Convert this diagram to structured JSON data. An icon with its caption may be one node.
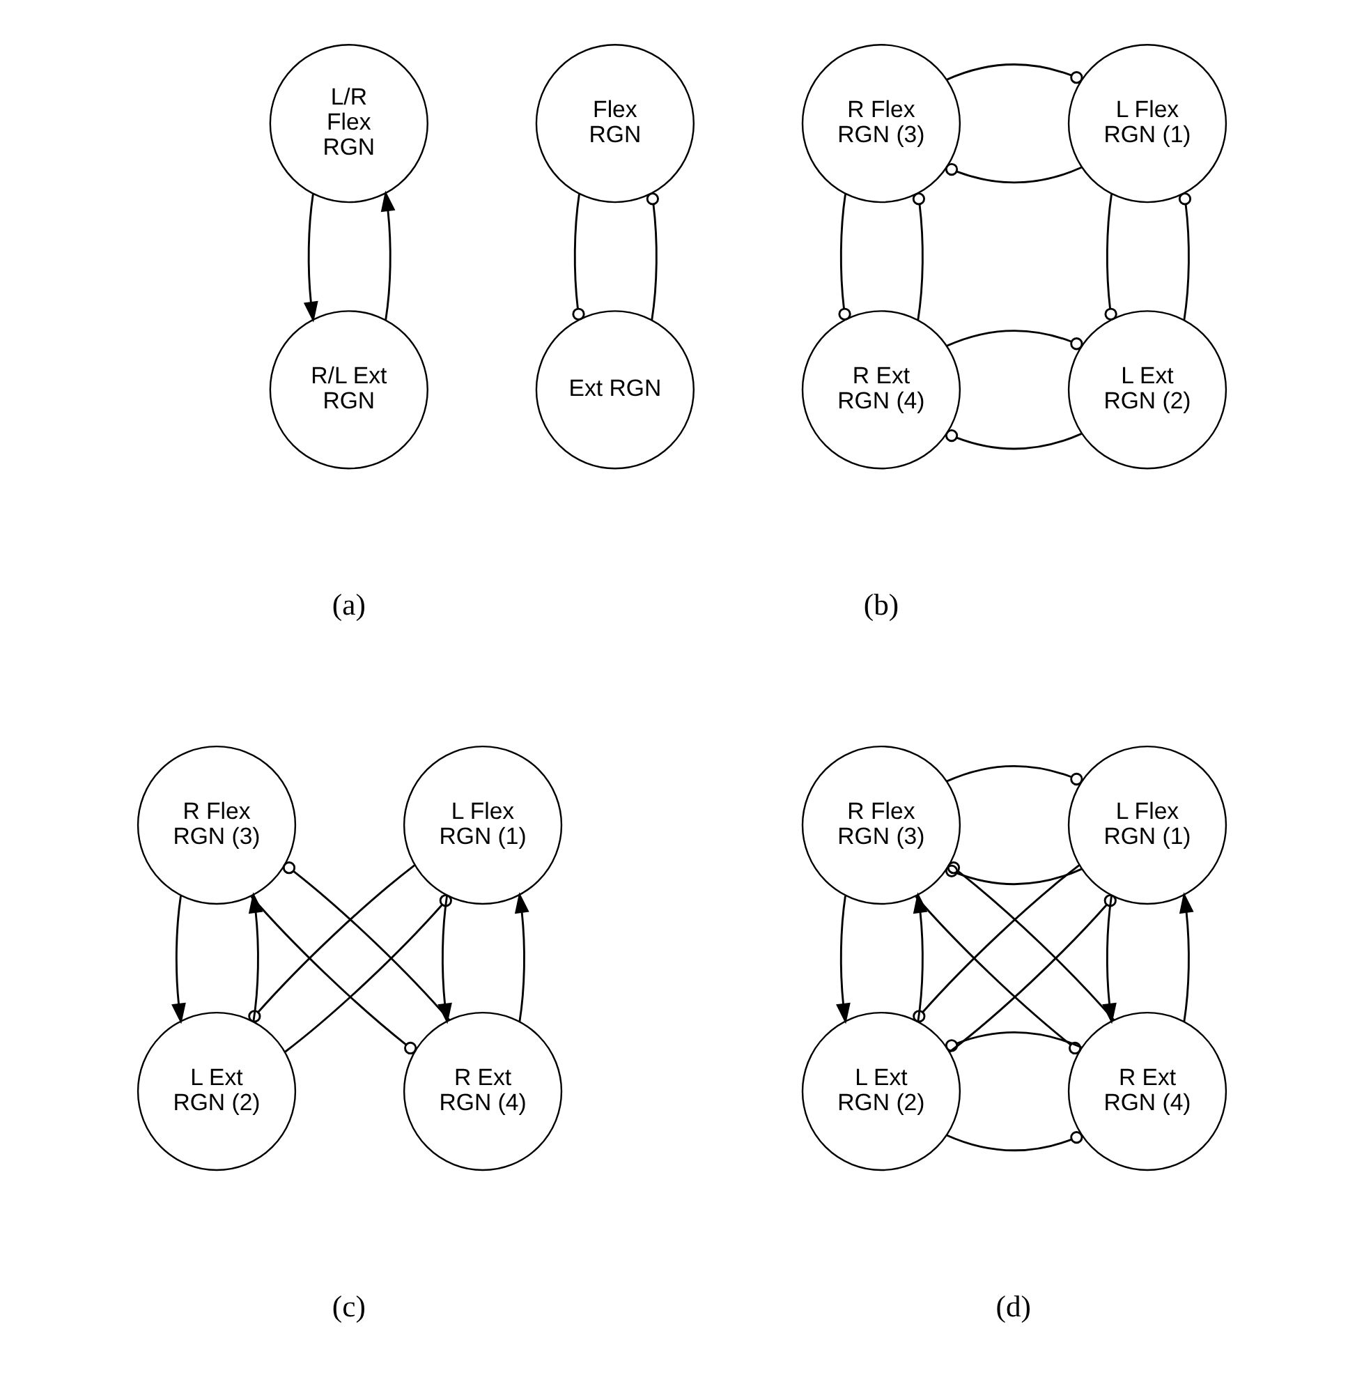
{
  "diagram": {
    "nodes": [
      {
        "text": [
          "Flex RGN"
        ]
      },
      {
        "text": [
          "Ext RGN"
        ]
      },
      {
        "text": [
          "L/R Flex RGN"
        ]
      },
      {
        "text": [
          "R/L Ext RGN"
        ]
      },
      {
        "text": [
          "L Flex RGN (1)"
        ]
      },
      {
        "text": [
          "R Flex RGN (3)"
        ]
      },
      {
        "text": [
          "L Ext RGN (2)"
        ]
      },
      {
        "text": [
          "R Ext RGN (4)"
        ]
      },
      {
        "text": [
          "L Flex RGN (1)"
        ]
      },
      {
        "text": [
          "R Flex RGN (3)"
        ]
      },
      {
        "text": [
          "L Ext RGN (2)"
        ]
      },
      {
        "text": [
          "R Ext RGN (4)"
        ]
      },
      {
        "text": [
          "L Flex RGN (1)"
        ]
      },
      {
        "text": [
          "R Flex RGN (3)"
        ]
      },
      {
        "text": [
          "L Ext RGN (2)"
        ]
      },
      {
        "text": [
          "R Ext RGN (4)"
        ]
      }
    ],
    "edges": [
      {
        "from": 0,
        "to": 1,
        "arrow": "other"
      },
      {
        "from": 1,
        "to": 0,
        "arrow": "other"
      },
      {
        "from": 2,
        "to": 3,
        "arrow": "to"
      },
      {
        "from": 3,
        "to": 2,
        "arrow": "to"
      },
      {
        "from": 4,
        "to": 5,
        "arrow": "other"
      },
      {
        "from": 5,
        "to": 4,
        "arrow": "other"
      },
      {
        "from": 4,
        "to": 6,
        "arrow": "other"
      },
      {
        "from": 6,
        "to": 4,
        "arrow": "other"
      },
      {
        "from": 5,
        "to": 7,
        "arrow": "other"
      },
      {
        "from": 7,
        "to": 5,
        "arrow": "other"
      },
      {
        "from": 6,
        "to": 7,
        "arrow": "other"
      },
      {
        "from": 7,
        "to": 6,
        "arrow": "other"
      },
      {
        "from": 8,
        "to": 10,
        "arrow": "other"
      },
      {
        "from": 10,
        "to": 8,
        "arrow": "other"
      },
      {
        "from": 9,
        "to": 11,
        "arrow": "other"
      },
      {
        "from": 11,
        "to": 9,
        "arrow": "other"
      },
      {
        "from": 8,
        "to": 11,
        "arrow": "to"
      },
      {
        "from": 11,
        "to": 8,
        "arrow": "to"
      },
      {
        "from": 10,
        "to": 9,
        "arrow": "to"
      },
      {
        "from": 9,
        "to": 10,
        "arrow": "to"
      },
      {
        "from": 12,
        "to": 13,
        "arrow": "other"
      },
      {
        "from": 13,
        "to": 12,
        "arrow": "other"
      },
      {
        "from": 12,
        "to": 14,
        "arrow": "other"
      },
      {
        "from": 14,
        "to": 12,
        "arrow": "other"
      },
      {
        "from": 13,
        "to": 15,
        "arrow": "other"
      },
      {
        "from": 15,
        "to": 13,
        "arrow": "other"
      },
      {
        "from": 14,
        "to": 15,
        "arrow": "other"
      },
      {
        "from": 15,
        "to": 14,
        "arrow": "other"
      },
      {
        "from": 12,
        "to": 15,
        "arrow": "to"
      },
      {
        "from": 15,
        "to": 12,
        "arrow": "to"
      },
      {
        "from": 14,
        "to": 13,
        "arrow": "to"
      },
      {
        "from": 13,
        "to": 14,
        "arrow": "to"
      }
    ],
    "labels": [
      "(a)",
      "(b)",
      "(c)",
      "(d)"
    ]
  }
}
